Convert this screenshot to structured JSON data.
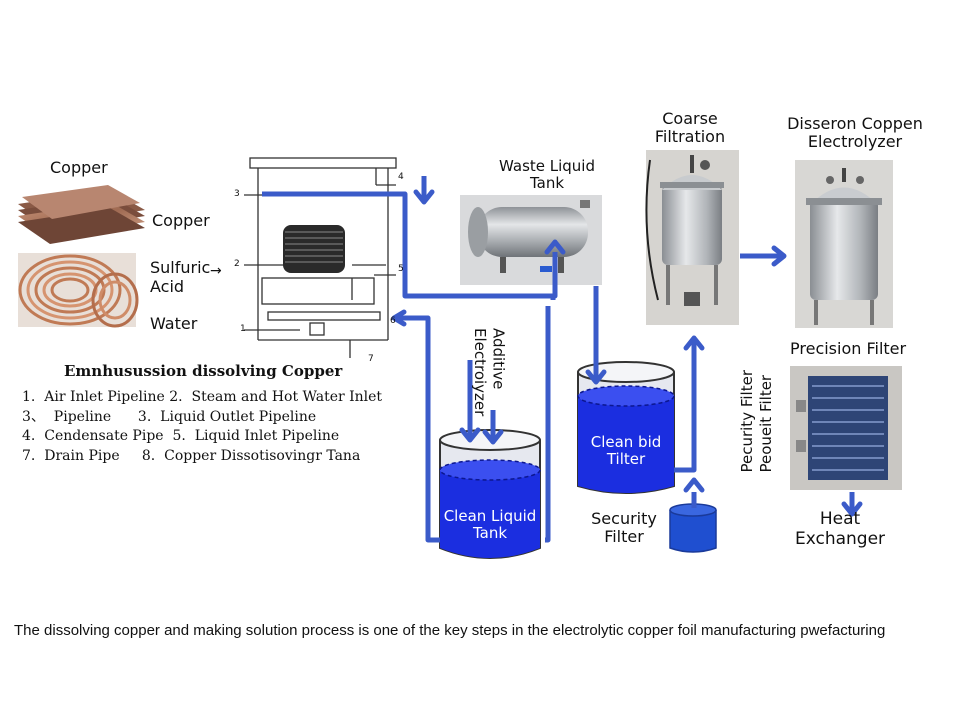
{
  "labels": {
    "copper_top": "Copper",
    "copper_side": "Copper",
    "sulfuric_acid": "Sulfuric\nAcid",
    "water": "Water",
    "waste_liquid_tank": "Waste Liquid\nTank",
    "coarse_filtration": "Coarse\nFiltration",
    "electrolyzer": "Disseron Coppen\nElectrolyzer",
    "precision_filter": "Precision Filter",
    "additive_electrolyzer": "Additive\nElectroiyzer",
    "clean_liquid_tank": "Clean Liquid\nTank",
    "clean_bid_filter": "Clean bid\nTilter",
    "security_filter": "Security\nFilter",
    "pecurity_filter_vertical": "Peoueit Filter\nPecurity Filter",
    "heat_exchanger": "Heat\nExchanger"
  },
  "diagram_numbers": [
    "1",
    "2",
    "3",
    "4",
    "5",
    "6",
    "7"
  ],
  "legend": {
    "title": "Emnhusussion dissolving Copper",
    "lines": [
      "1.  Air Inlet Pipeline 2.  Steam and Hot Water Inlet",
      "3、  Pipeline      3.  Liquid Outlet Pipeline",
      "4.  Cendensate Pipe  5.  Liquid Inlet Pipeline",
      "7.  Drain Pipe     8.  Copper Dissotisovingr Tana"
    ]
  },
  "caption": "The dissolving copper and making solution process is one of the key steps in the electrolytic copper foil manufacturing pwefacturing",
  "colors": {
    "pipe_blue": "#3b5bc9",
    "tank_liquid": "#1b2ee0",
    "metal_gray": "#b9bcc0",
    "copper": "#b57a5a"
  }
}
